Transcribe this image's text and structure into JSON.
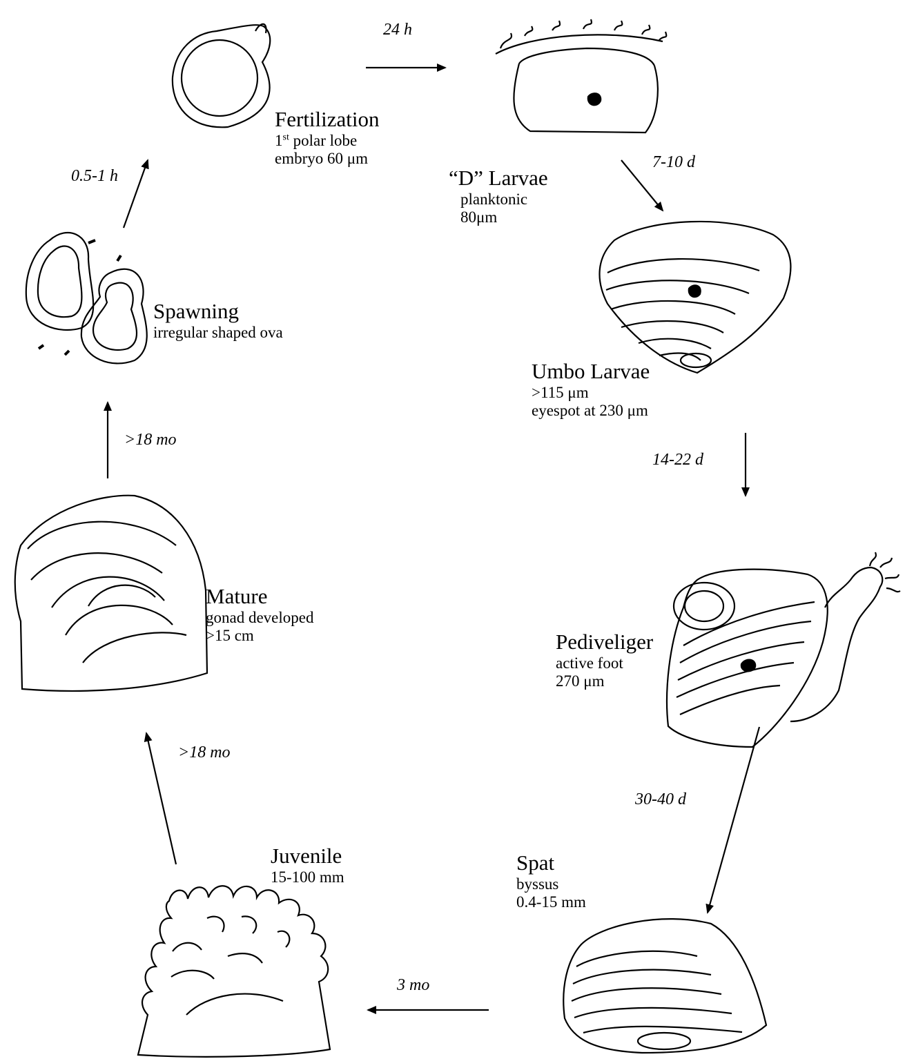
{
  "stages": {
    "fertilization": {
      "title": "Fertilization",
      "note1_pre": "1",
      "note1_sup": "st",
      "note1_post": " polar lobe",
      "note2": "embryo 60 μm"
    },
    "d_larvae": {
      "title": "“D” Larvae",
      "note1": "planktonic",
      "note2": "80μm"
    },
    "umbo": {
      "title": "Umbo Larvae",
      "note1": ">115 μm",
      "note2": "eyespot at 230 μm"
    },
    "pediveliger": {
      "title": "Pediveliger",
      "note1": "active foot",
      "note2": "270 μm"
    },
    "spat": {
      "title": "Spat",
      "note1": "byssus",
      "note2": "0.4-15 mm"
    },
    "juvenile": {
      "title": "Juvenile",
      "note1": "15-100 mm"
    },
    "mature": {
      "title": "Mature",
      "note1": "gonad developed",
      "note2": ">15 cm"
    },
    "spawning": {
      "title": "Spawning",
      "note1": "irregular shaped ova"
    }
  },
  "durations": {
    "fert_to_d": "24 h",
    "d_to_umbo": "7-10 d",
    "umbo_to_pedi": "14-22 d",
    "pedi_to_spat": "30-40 d",
    "spat_to_juv": "3 mo",
    "juv_to_mature": ">18 mo",
    "mature_to_spawn": ">18 mo",
    "spawn_to_fert": "0.5-1 h"
  }
}
